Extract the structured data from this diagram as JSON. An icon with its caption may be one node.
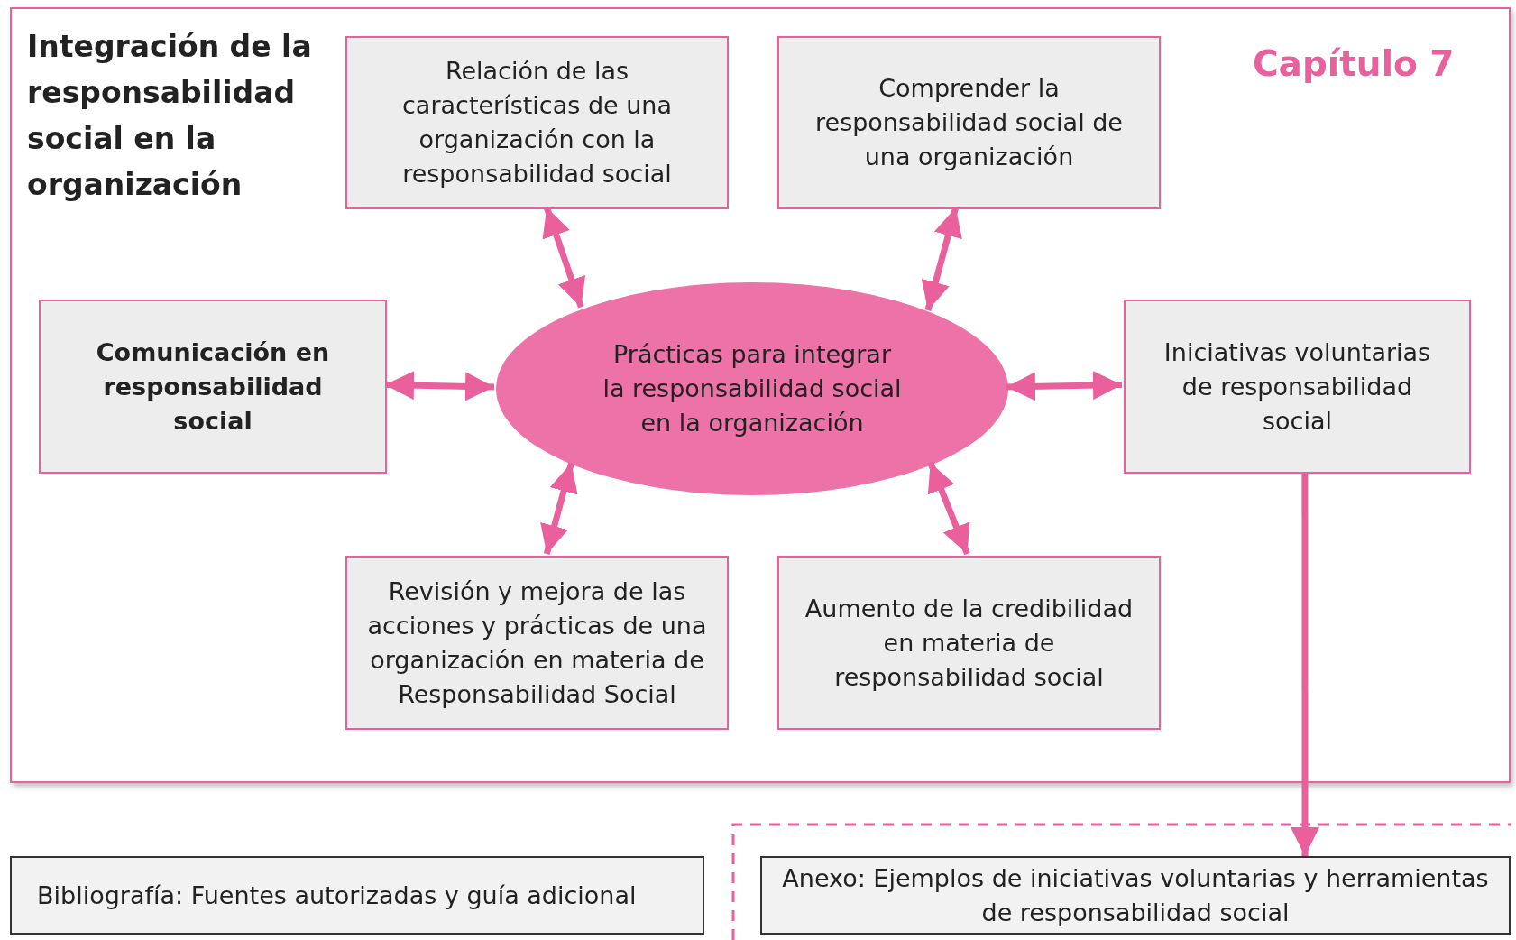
{
  "diagram": {
    "nodes": [
      {
        "text": [
          "Integración de la responsabilidad social en la organización",
          "Capítulo 7"
        ]
      },
      {
        "text": [
          "Relación de las características de una organización con la responsabilidad social"
        ],
        "in": 0
      },
      {
        "text": [
          "Comprender la responsabilidad social de una organización"
        ],
        "in": 0
      },
      {
        "text": [
          "Comunicación en responsabilidad social"
        ],
        "in": 0
      },
      {
        "text": [
          "Prácticas para integrar la responsabilidad social en la organización"
        ],
        "in": 0
      },
      {
        "text": [
          "Iniciativas voluntarias de responsabilidad social"
        ],
        "in": 0
      },
      {
        "text": [
          "Revisión y mejora de las acciones y prácticas de una organización en materia de Responsabilidad Social"
        ],
        "in": 0
      },
      {
        "text": [
          "Aumento de la credibilidad en materia de responsabilidad social"
        ],
        "in": 0
      },
      {
        "text": [
          "Bibliografía: Fuentes autorizadas y guía adicional"
        ]
      },
      {
        "text": [
          "Anexo: Ejemplos de iniciativas voluntarias y herramientas de responsabilidad social"
        ]
      }
    ],
    "edges": [
      {
        "from": 1,
        "to": 4,
        "arrow": "both"
      },
      {
        "from": 2,
        "to": 4,
        "arrow": "both"
      },
      {
        "from": 3,
        "to": 4,
        "arrow": "both"
      },
      {
        "from": 5,
        "to": 4,
        "arrow": "both"
      },
      {
        "from": 6,
        "to": 4,
        "arrow": "both"
      },
      {
        "from": 7,
        "to": 4,
        "arrow": "both"
      },
      {
        "from": 5,
        "to": 9,
        "arrow": "to"
      }
    ]
  }
}
